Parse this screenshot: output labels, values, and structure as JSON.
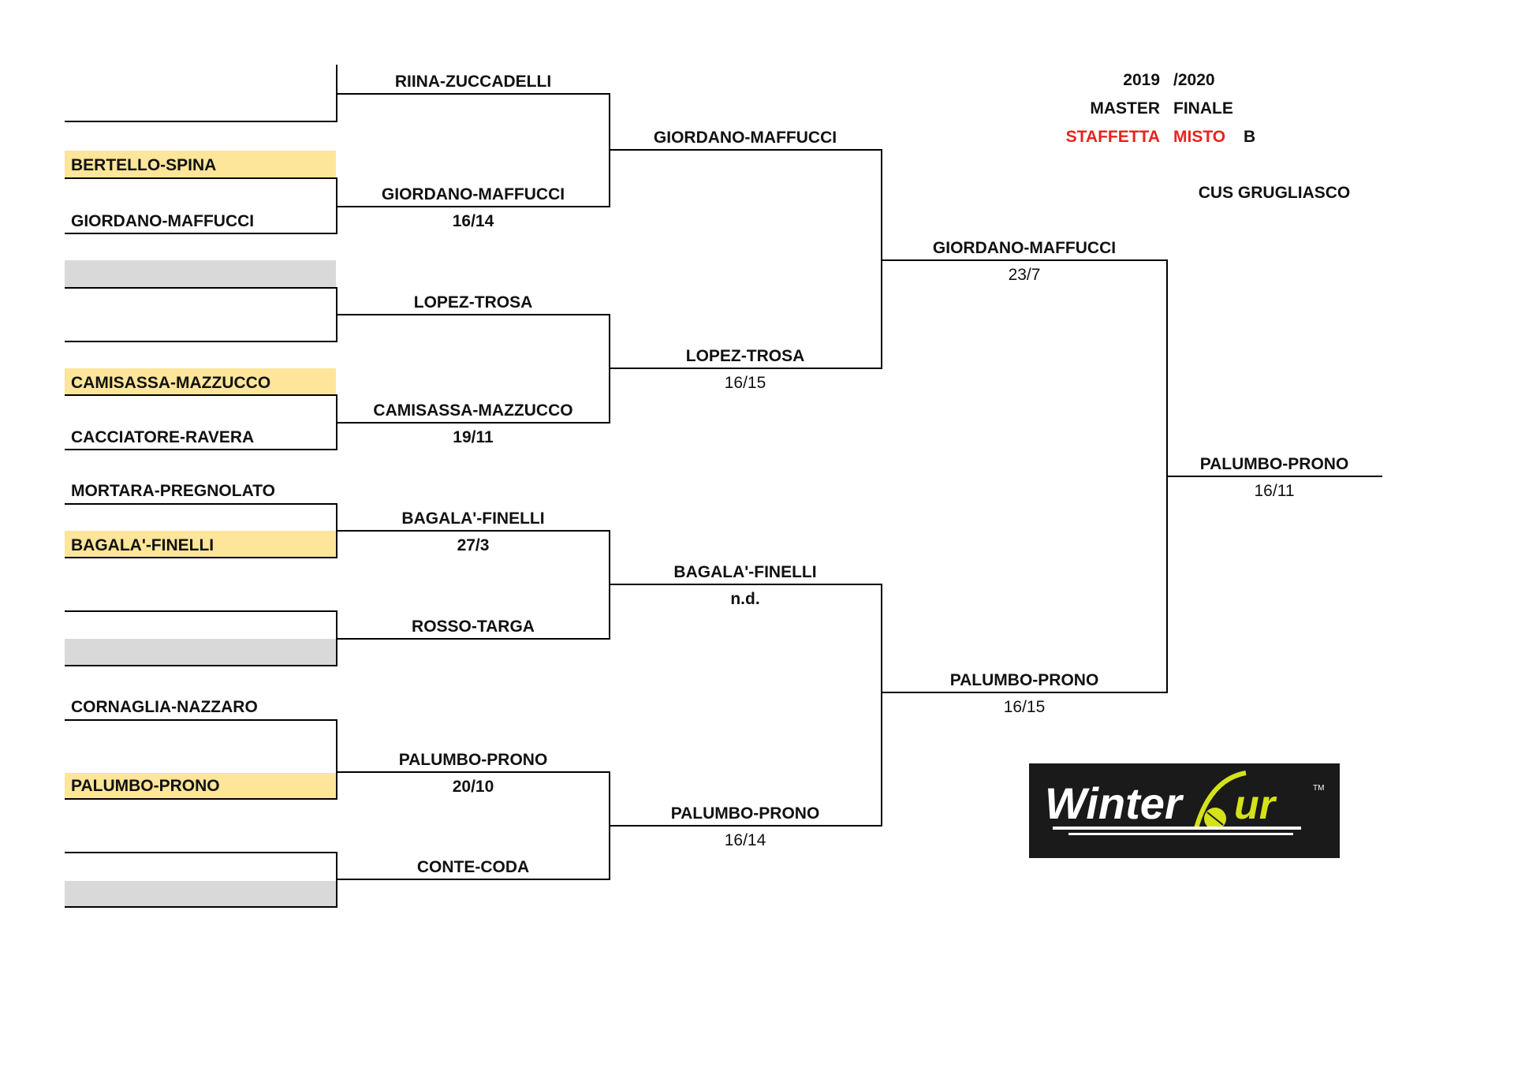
{
  "header": {
    "year_start": "2019",
    "year_end": "/2020",
    "event_left": "MASTER",
    "event_right": "FINALE",
    "category_left": "STAFFETTA",
    "category_mid": "MISTO",
    "category_right": "B",
    "venue": "CUS GRUGLIASCO"
  },
  "round1": {
    "bertello": "BERTELLO-SPINA",
    "giordano": "GIORDANO-MAFFUCCI",
    "camisassa": "CAMISASSA-MAZZUCCO",
    "cacciatore": "CACCIATORE-RAVERA",
    "mortara": "MORTARA-PREGNOLATO",
    "bagala": "BAGALA'-FINELLI",
    "cornaglia": "CORNAGLIA-NAZZARO",
    "palumbo": "PALUMBO-PRONO"
  },
  "round2": {
    "m1": {
      "winner": "RIINA-ZUCCADELLI"
    },
    "m2": {
      "winner": "GIORDANO-MAFFUCCI",
      "score": "16/14"
    },
    "m3": {
      "winner": "LOPEZ-TROSA"
    },
    "m4": {
      "winner": "CAMISASSA-MAZZUCCO",
      "score": "19/11"
    },
    "m5": {
      "winner": "BAGALA'-FINELLI",
      "score": "27/3"
    },
    "m6": {
      "winner": "ROSSO-TARGA"
    },
    "m7": {
      "winner": "PALUMBO-PRONO",
      "score": "20/10"
    },
    "m8": {
      "winner": "CONTE-CODA"
    }
  },
  "round3": {
    "m1": {
      "winner": "GIORDANO-MAFFUCCI"
    },
    "m2": {
      "winner": "LOPEZ-TROSA",
      "score": "16/15"
    },
    "m3": {
      "winner": "BAGALA'-FINELLI",
      "score": "n.d."
    },
    "m4": {
      "winner": "PALUMBO-PRONO",
      "score": "16/14"
    }
  },
  "round4": {
    "m1": {
      "winner": "GIORDANO-MAFFUCCI",
      "score": "23/7"
    },
    "m2": {
      "winner": "PALUMBO-PRONO",
      "score": "16/15"
    }
  },
  "final": {
    "winner": "PALUMBO-PRONO",
    "score": "16/11"
  },
  "logo": {
    "text_left": "Winter",
    "text_right": "ur",
    "tm": "TM",
    "colors": {
      "background": "#1a1a1a",
      "text": "#ffffff",
      "ball": "#d4e21a"
    }
  },
  "colors": {
    "seed_fill": "#fde59a",
    "bye_fill": "#d9d9d9",
    "accent_red": "#e8231f"
  }
}
